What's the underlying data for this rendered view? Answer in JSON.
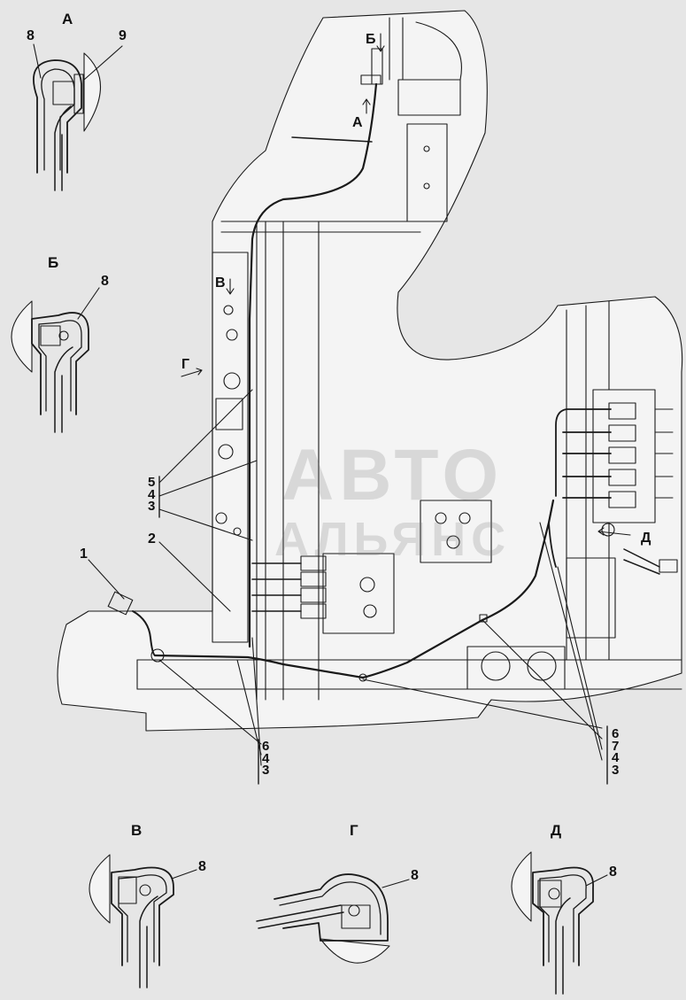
{
  "views": {
    "a": "А",
    "b": "Б",
    "v": "В",
    "g": "Г",
    "d": "Д"
  },
  "callouts": {
    "n1": "1",
    "n2": "2",
    "n8_a": "8",
    "n9_a": "9",
    "n8_b": "8",
    "n8_v": "8",
    "n8_g": "8",
    "n8_d": "8"
  },
  "stacks": {
    "upper_left": [
      "5",
      "4",
      "3"
    ],
    "bottom_center": [
      "6",
      "4",
      "3"
    ],
    "bottom_right": [
      "6",
      "7",
      "4",
      "3"
    ]
  },
  "watermark": {
    "line1": "АВТО",
    "line2": "АЛЬЯНС"
  },
  "colors": {
    "background": "#e6e6e6",
    "body_fill": "#f4f4f4",
    "line": "#1a1a1a"
  }
}
